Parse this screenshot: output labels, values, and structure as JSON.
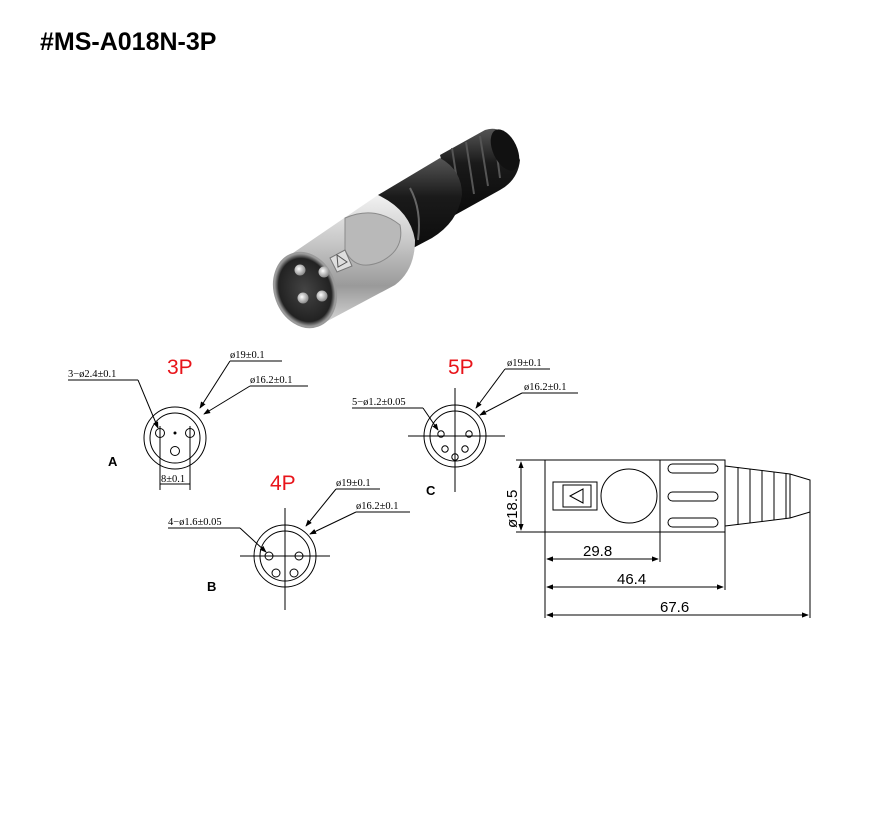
{
  "title": "#MS-A018N-3P",
  "views": {
    "a": {
      "letter": "A",
      "pins_label": "3P",
      "pin_hole": "3−ø2.4±0.1",
      "outer_dia": "ø19±0.1",
      "inner_dia": "ø16.2±0.1",
      "pin_spacing": "8±0.1"
    },
    "b": {
      "letter": "B",
      "pins_label": "4P",
      "pin_hole": "4−ø1.6±0.05",
      "outer_dia": "ø19±0.1",
      "inner_dia": "ø16.2±0.1"
    },
    "c": {
      "letter": "C",
      "pins_label": "5P",
      "pin_hole": "5−ø1.2±0.05",
      "outer_dia": "ø19±0.1",
      "inner_dia": "ø16.2±0.1"
    }
  },
  "side_view": {
    "diameter": "ø18.5",
    "length_1": "29.8",
    "length_2": "46.4",
    "length_3": "67.6"
  },
  "colors": {
    "pin_label": "#e8141a",
    "line": "#000000"
  }
}
